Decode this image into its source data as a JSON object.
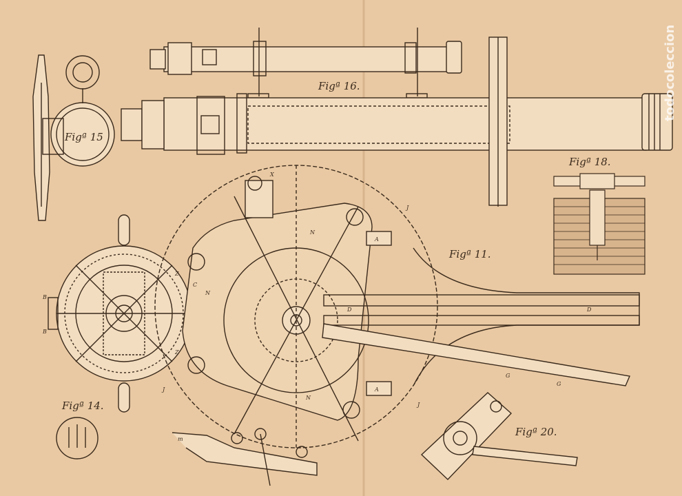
{
  "colors": {
    "paper": "#e9c9a3",
    "ink": "#3a2a1c",
    "shade": "#cfa57c"
  },
  "figures": {
    "fig11": "Figª 11.",
    "fig14": "Figª 14.",
    "fig15": "Figª 15",
    "fig16": "Figª 16.",
    "fig18": "Figª 18.",
    "fig20": "Figª 20."
  },
  "letters": {
    "x": "X",
    "j1": "J",
    "j2": "J",
    "j3": "J",
    "n1": "N",
    "n2": "N",
    "n3": "N",
    "a1": "A",
    "a2": "A",
    "d1": "D",
    "d2": "D",
    "g1": "G",
    "g2": "G",
    "b1": "B",
    "b2": "B",
    "m": "m",
    "c1": "C",
    "z1": "Z",
    "z2": "Z"
  },
  "watermark": "todocoleccion"
}
